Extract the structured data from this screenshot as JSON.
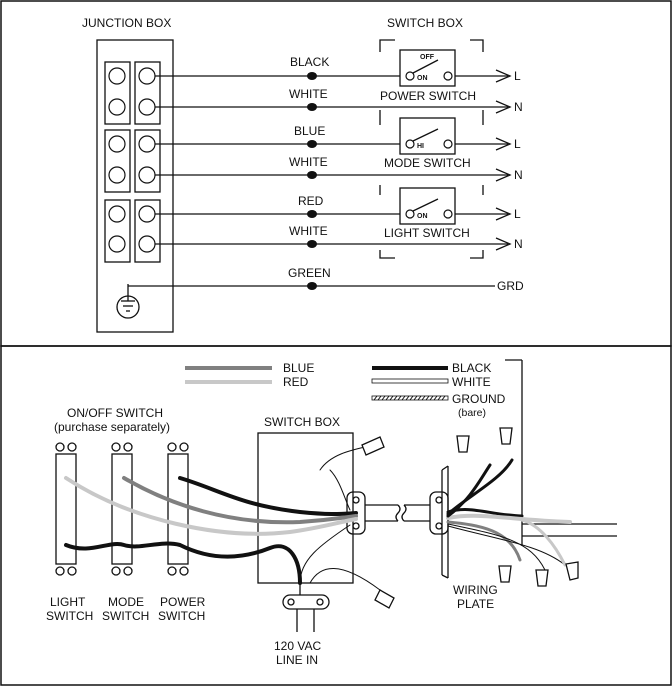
{
  "top": {
    "junction_box_title": "JUNCTION BOX",
    "switch_box_title": "SWITCH BOX",
    "wires": {
      "black": "BLACK",
      "white1": "WHITE",
      "blue": "BLUE",
      "white2": "WHITE",
      "red": "RED",
      "white3": "WHITE",
      "green": "GREEN"
    },
    "switches": {
      "power": "POWER SWITCH",
      "mode": "MODE SWITCH",
      "light": "LIGHT SWITCH",
      "off": "OFF",
      "on": "ON",
      "hi": "HI",
      "on2": "ON"
    },
    "outputs": {
      "l1": "L",
      "n1": "N",
      "l2": "L",
      "n2": "N",
      "l3": "L",
      "n3": "N",
      "grd": "GRD"
    }
  },
  "bottom": {
    "legend": {
      "blue": "BLUE",
      "red": "RED",
      "black": "BLACK",
      "white": "WHITE",
      "ground": "GROUND",
      "ground_note": "(bare)"
    },
    "onoff_title": "ON/OFF SWITCH",
    "onoff_note": "(purchase separately)",
    "switch_box": "SWITCH BOX",
    "light_1": "LIGHT",
    "light_2": "SWITCH",
    "mode_1": "MODE",
    "mode_2": "SWITCH",
    "power_1": "POWER",
    "power_2": "SWITCH",
    "line_in_1": "120 VAC",
    "line_in_2": "LINE IN",
    "wiring_1": "WIRING",
    "wiring_2": "PLATE"
  },
  "colors": {
    "blue_wire": "#808080",
    "red_wire": "#c8c8c8",
    "black_wire": "#111111"
  }
}
